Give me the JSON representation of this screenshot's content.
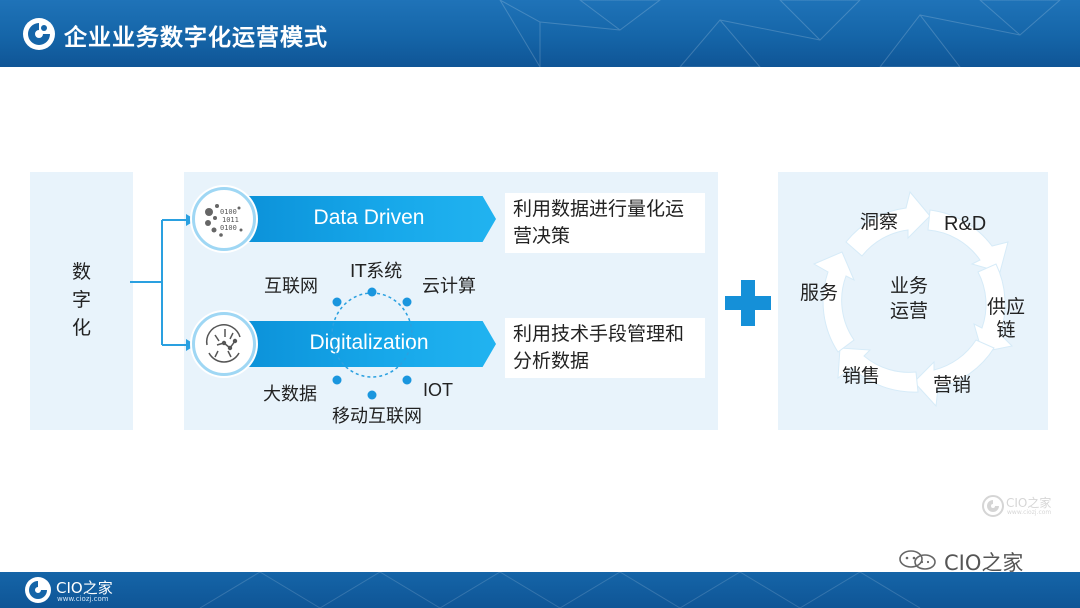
{
  "header": {
    "title": "企业业务数字化运营模式"
  },
  "left_panel": {
    "label_chars": [
      "数",
      "字",
      "化"
    ]
  },
  "banners": [
    {
      "label": "Data Driven",
      "description": "利用数据进行量化运营决策",
      "icon": "data-binary-icon"
    },
    {
      "label": "Digitalization",
      "description": "利用技术手段管理和分析数据",
      "icon": "digital-circuit-icon"
    }
  ],
  "technologies": {
    "it_system": "IT系统",
    "internet": "互联网",
    "cloud": "云计算",
    "big_data": "大数据",
    "iot": "IOT",
    "mobile": "移动互联网"
  },
  "cycle": {
    "center_line1": "业务",
    "center_line2": "运营",
    "insight": "洞察",
    "rd": "R&D",
    "supply_chain_1": "供应",
    "supply_chain_2": "链",
    "marketing": "营销",
    "sales": "销售",
    "service": "服务"
  },
  "watermarks": {
    "brand": "CIO之家",
    "url": "www.ciozj.com",
    "wechat_brand": "CIO之家"
  },
  "footer": {
    "brand": "CIO之家",
    "url": "www.ciozj.com"
  },
  "colors": {
    "header_blue": "#1565a8",
    "accent_blue": "#1590d8",
    "panel_bg": "#e8f3fb"
  }
}
